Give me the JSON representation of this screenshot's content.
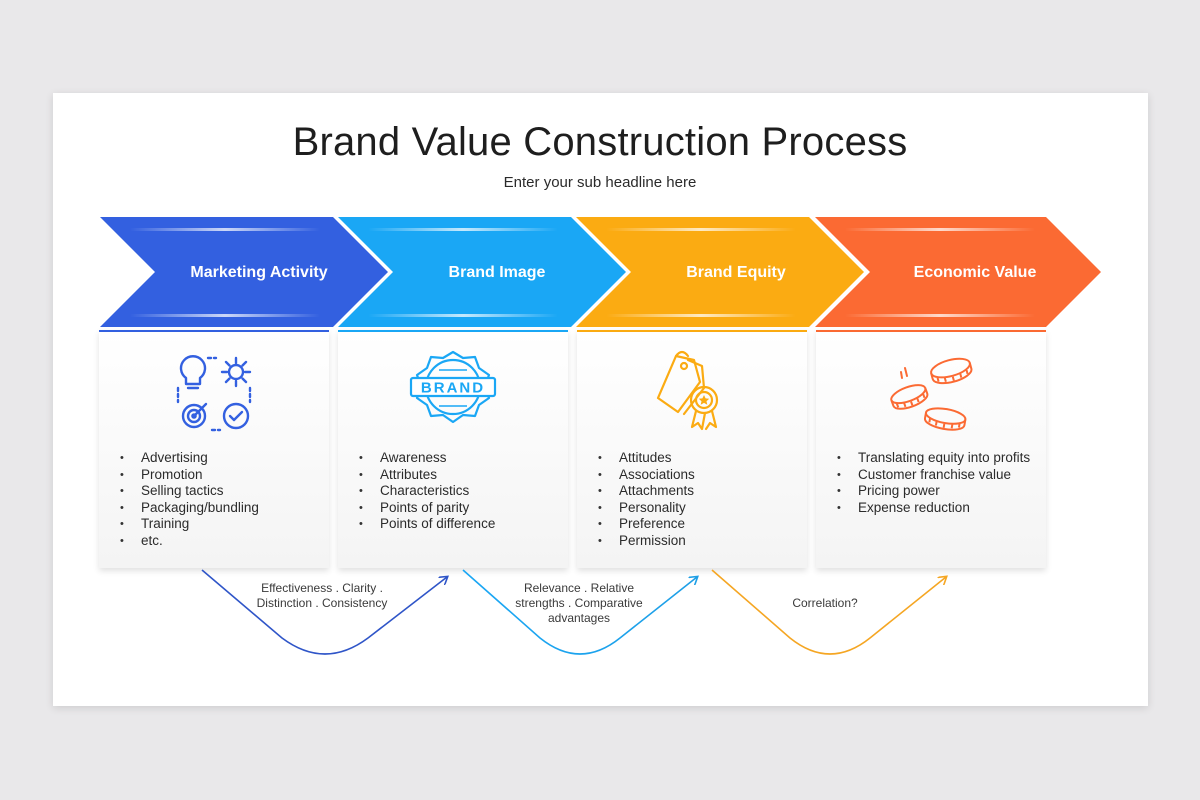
{
  "title": "Brand Value Construction Process",
  "subtitle": "Enter your sub headline here",
  "steps": [
    {
      "label": "Marketing Activity",
      "color": "#3360e0",
      "icon": "marketing-icon",
      "items": [
        "Advertising",
        "Promotion",
        "Selling tactics",
        "Packaging/bundling",
        "Training",
        "etc."
      ]
    },
    {
      "label": "Brand Image",
      "color": "#1aa7f5",
      "icon": "brand-badge-icon",
      "items": [
        "Awareness",
        "Attributes",
        "Characteristics",
        "Points of parity",
        "Points of difference"
      ]
    },
    {
      "label": "Brand Equity",
      "color": "#fbab12",
      "icon": "price-tag-award-icon",
      "items": [
        "Attitudes",
        "Associations",
        "Attachments",
        "Personality",
        "Preference",
        "Permission"
      ]
    },
    {
      "label": "Economic Value",
      "color": "#fb6a33",
      "icon": "coins-icon",
      "items": [
        "Translating equity into profits",
        "Customer franchise value",
        "Pricing power",
        "Expense reduction"
      ]
    }
  ],
  "connectors": [
    {
      "text": "Effectiveness . Clarity . Distinction . Consistency",
      "color": "#2f55c8"
    },
    {
      "text": "Relevance . Relative strengths . Comparative advantages",
      "color": "#1e9fe6"
    },
    {
      "text": "Correlation?",
      "color": "#f5a623"
    }
  ]
}
